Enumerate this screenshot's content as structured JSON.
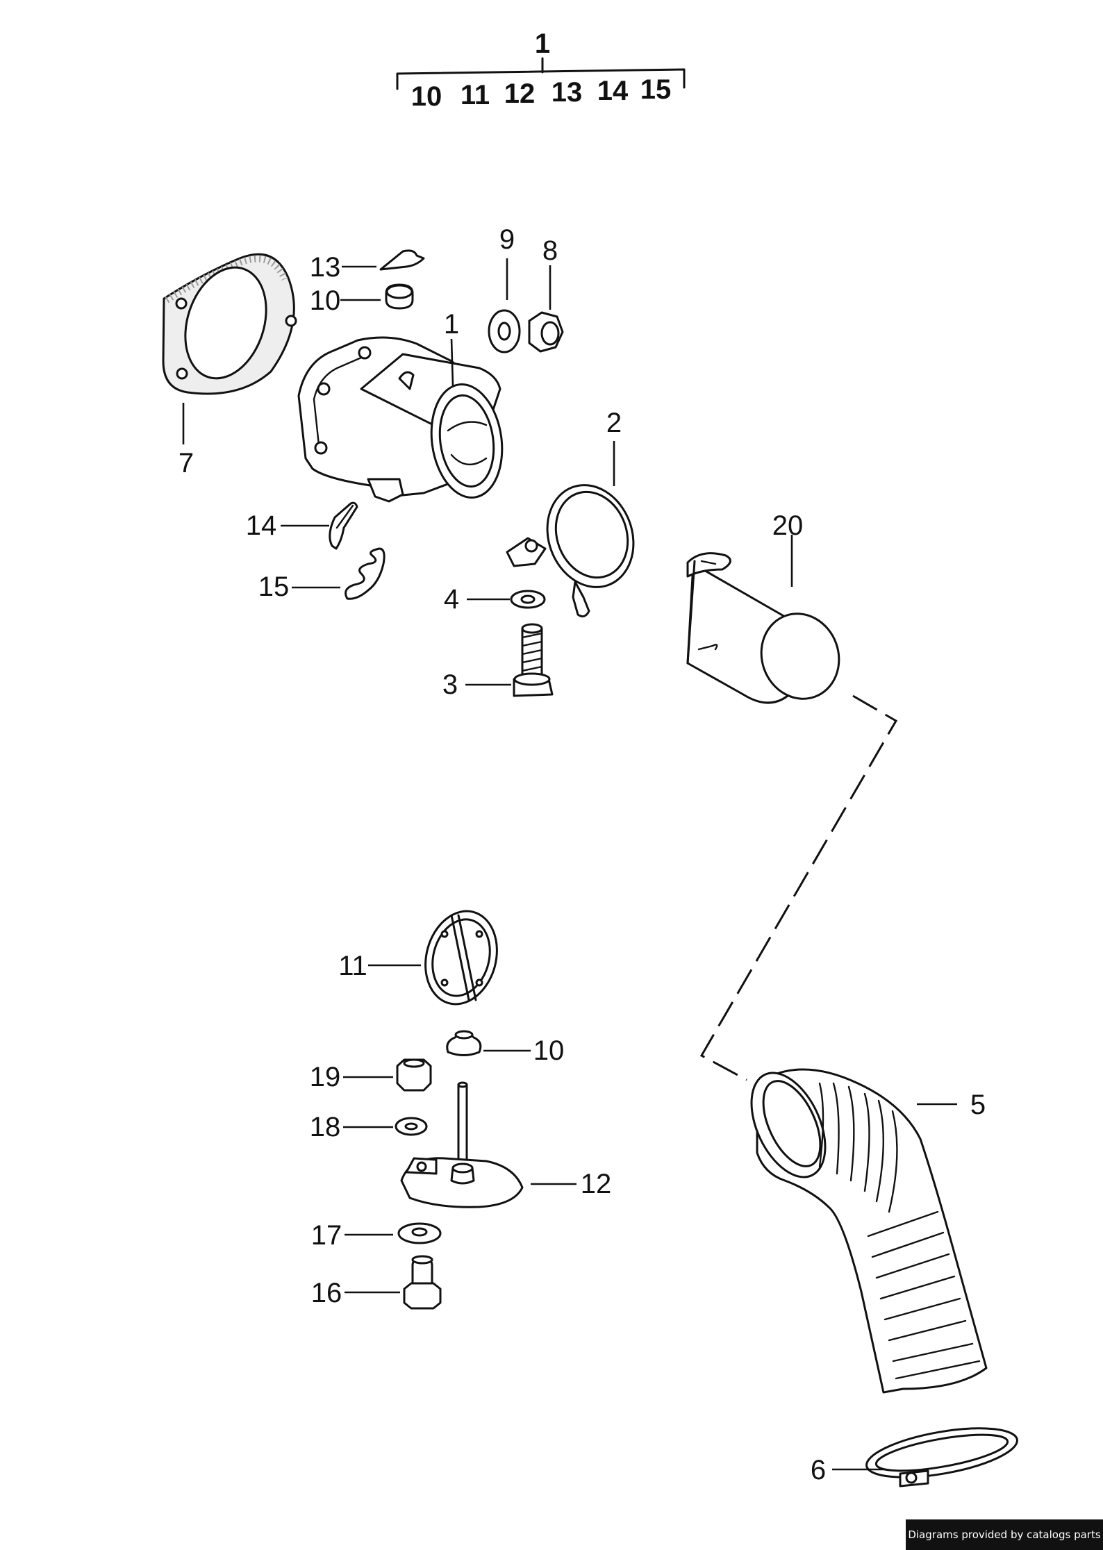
{
  "header_group": {
    "parent": "1",
    "children": [
      "10",
      "11",
      "12",
      "13",
      "14",
      "15"
    ]
  },
  "labels": {
    "p1": "1",
    "p2": "2",
    "p3": "3",
    "p4": "4",
    "p5": "5",
    "p6": "6",
    "p7": "7",
    "p8": "8",
    "p9": "9",
    "p10a": "10",
    "p10b": "10",
    "p11": "11",
    "p12": "12",
    "p13": "13",
    "p14": "14",
    "p15": "15",
    "p16": "16",
    "p17": "17",
    "p18": "18",
    "p19": "19",
    "p20": "20"
  },
  "footer": {
    "credit": "Diagrams provided by catalogs parts"
  }
}
